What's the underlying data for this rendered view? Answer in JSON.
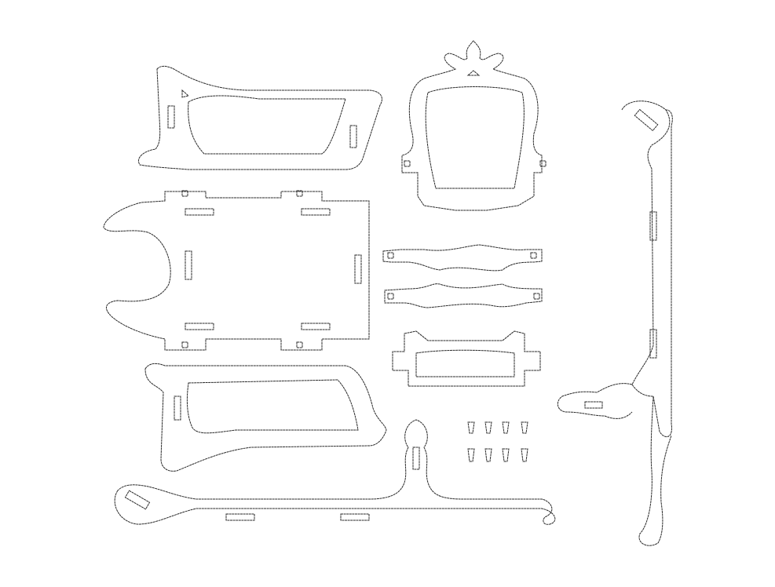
{
  "drawing": {
    "background_color": "#ffffff",
    "line_color": "#2a2a2a",
    "parts": [
      {
        "id": "side-panel-top"
      },
      {
        "id": "base-plate"
      },
      {
        "id": "side-panel-bottom"
      },
      {
        "id": "runner-horizontal"
      },
      {
        "id": "runner-vertical"
      },
      {
        "id": "front-crown-panel"
      },
      {
        "id": "slat-upper"
      },
      {
        "id": "slat-lower"
      },
      {
        "id": "back-panel-small"
      },
      {
        "id": "pegs"
      }
    ]
  }
}
